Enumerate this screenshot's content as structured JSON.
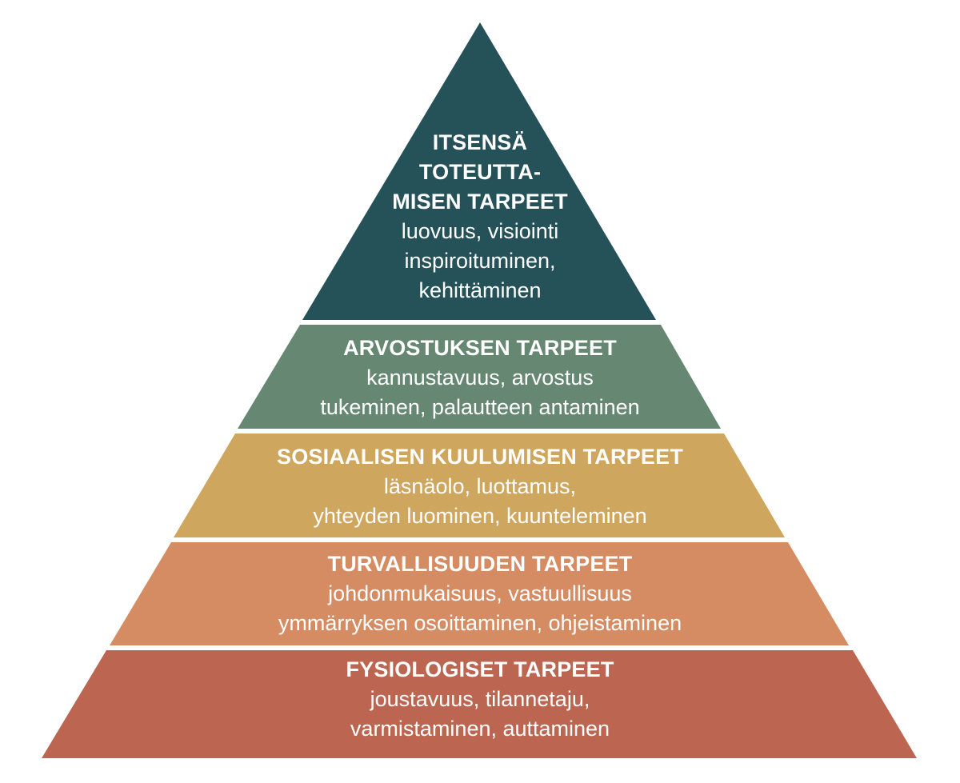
{
  "tiers": [
    {
      "title_lines": [
        "ITSENSÄ",
        "TOTEUTTA-",
        "MISEN TARPEET"
      ],
      "lines": [
        "luovuus, visiointi",
        "inspiroituminen,",
        "kehittäminen"
      ],
      "color": "#255159"
    },
    {
      "title_lines": [
        "ARVOSTUKSEN TARPEET"
      ],
      "lines": [
        "kannustavuus, arvostus",
        "tukeminen, palautteen antaminen"
      ],
      "color": "#668872"
    },
    {
      "title_lines": [
        "SOSIAALISEN KUULUMISEN TARPEET"
      ],
      "lines": [
        "läsnäolo, luottamus,",
        "yhteyden luominen, kuunteleminen"
      ],
      "color": "#CFA65E"
    },
    {
      "title_lines": [
        "TURVALLISUUDEN TARPEET"
      ],
      "lines": [
        "johdonmukaisuus, vastuullisuus",
        "ymmärryksen osoittaminen, ohjeistaminen"
      ],
      "color": "#D68C63"
    },
    {
      "title_lines": [
        "FYSIOLOGISET TARPEET"
      ],
      "lines": [
        "joustavuus, tilannetaju,",
        "varmistaminen, auttaminen"
      ],
      "color": "#BC6550"
    }
  ]
}
